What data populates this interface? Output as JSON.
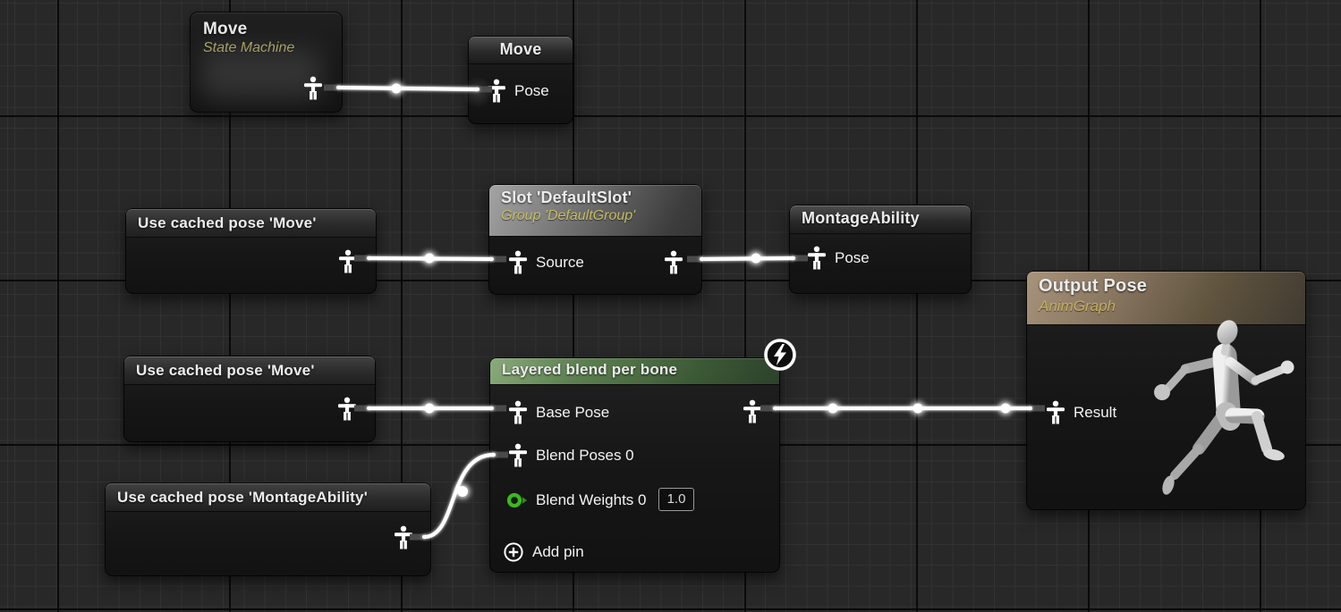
{
  "graph": {
    "nodes": {
      "move_state_machine": {
        "title": "Move",
        "subtitle": "State Machine"
      },
      "save_cached_move": {
        "title": "Move",
        "pose_pin_label": "Pose"
      },
      "use_cached_move_upper": {
        "title": "Use cached pose 'Move'"
      },
      "slot_default": {
        "title": "Slot 'DefaultSlot'",
        "subtitle": "Group 'DefaultGroup'",
        "source_pin_label": "Source"
      },
      "save_cached_montage_ability": {
        "title": "MontageAbility",
        "pose_pin_label": "Pose"
      },
      "use_cached_move_lower": {
        "title": "Use cached pose 'Move'"
      },
      "layered_blend_per_bone": {
        "title": "Layered blend per bone",
        "base_pose_pin_label": "Base Pose",
        "blend_poses_pin_label": "Blend Poses 0",
        "blend_weights_pin_label": "Blend Weights 0",
        "blend_weights_value": "1.0",
        "add_pin_label": "Add pin"
      },
      "use_cached_montage_ability": {
        "title": "Use cached pose 'MontageAbility'"
      },
      "output_pose": {
        "title": "Output Pose",
        "subtitle": "AnimGraph",
        "result_pin_label": "Result"
      }
    },
    "colors": {
      "canvas_bg": "#282828",
      "node_bg": "#161616",
      "slot_header": "#8f8f8f",
      "output_pose_header": "#9b8a72",
      "blend_header": "#5d8150",
      "subtitle_text": "#bbb269",
      "wire": "#ffffff",
      "float_pin_green": "#3db81e"
    }
  }
}
